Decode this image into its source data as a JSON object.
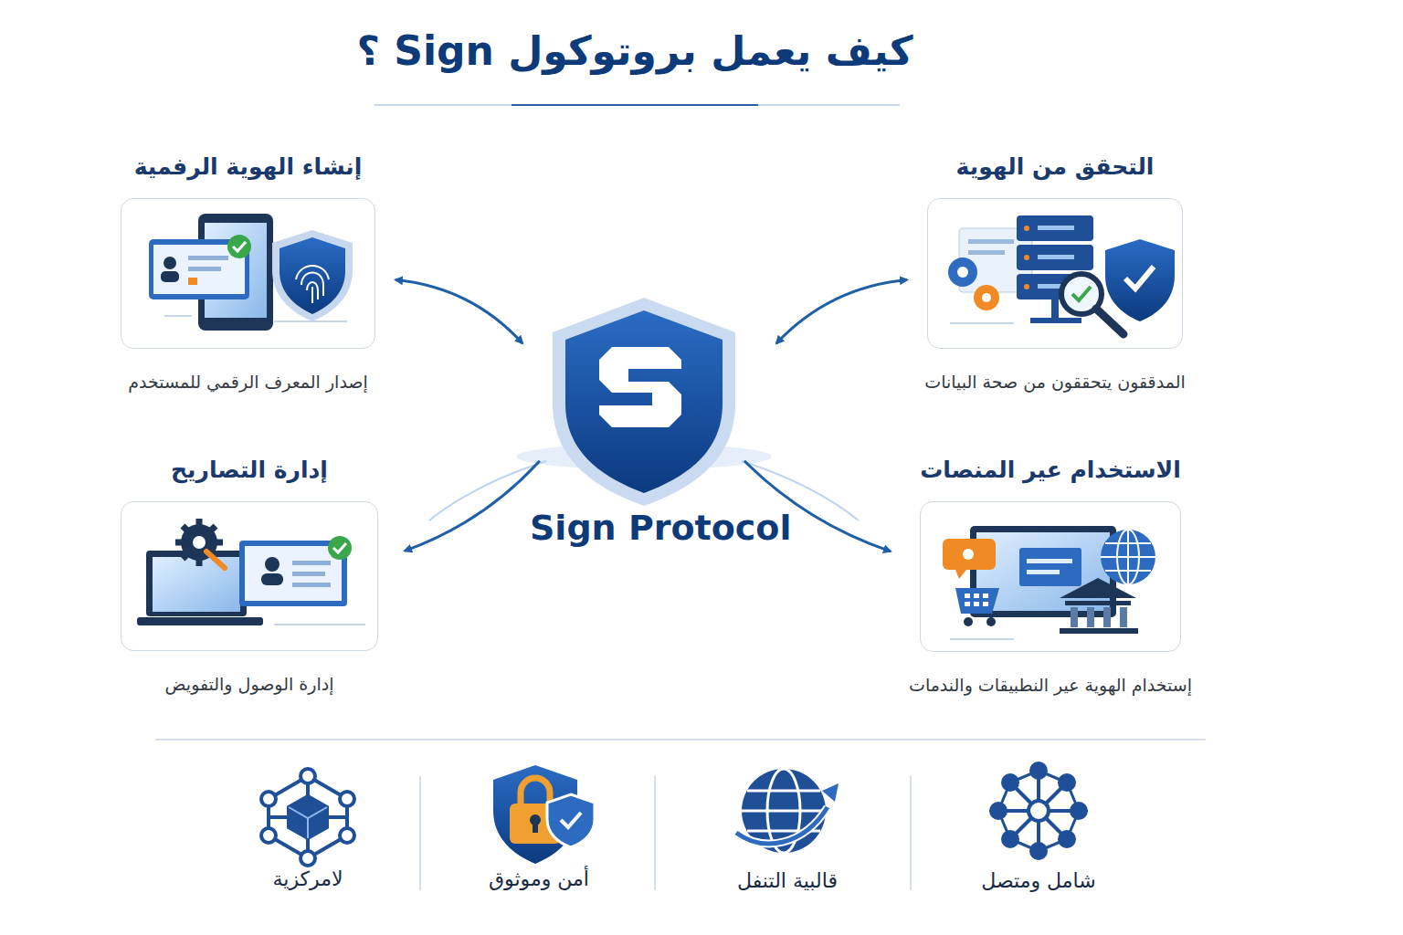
{
  "diagram": {
    "title": "كيف يعمل بروتوكول Sign ؟",
    "nodes": [
      {
        "text": [
          "إنشاء الهوية الرفمية",
          "إصدار المعرف الرقمي للمستخدم"
        ]
      },
      {
        "text": [
          "التحقق من الهوية",
          "المدققون يتحققون من صحة البيانات"
        ]
      },
      {
        "text": [
          "Sign Protocol"
        ]
      },
      {
        "text": [
          "إدارة التصاريح",
          "إدارة الوصول والتفويض"
        ]
      },
      {
        "text": [
          "الاستخدام عير المنصات",
          "إستخدام الهوية عير النطبيقات والندمات"
        ]
      }
    ],
    "edges": [
      {
        "from": 0,
        "to": 2,
        "arrow": "both"
      },
      {
        "from": 1,
        "to": 2,
        "arrow": "both"
      },
      {
        "from": 2,
        "to": 3,
        "arrow": "to"
      },
      {
        "from": 2,
        "to": 4,
        "arrow": "to"
      }
    ],
    "labels": [
      "لامركزية",
      "أمن وموثوق",
      "قالبية التنفل",
      "شامل ومتصل"
    ]
  }
}
